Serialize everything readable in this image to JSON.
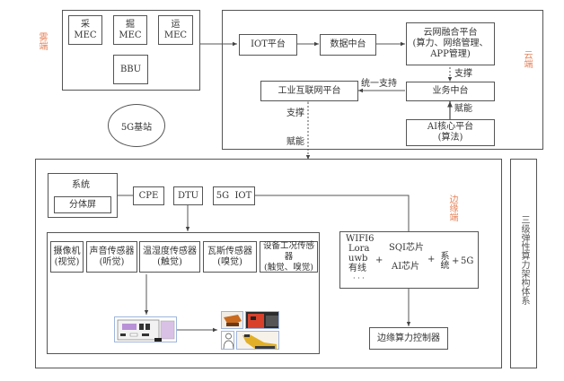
{
  "zones": {
    "fog": "雾端",
    "cloud": "云端",
    "edge": "边缘端",
    "architecture": "三级弹性算力架构体系"
  },
  "fog": {
    "mec_boxes": [
      {
        "line1": "采",
        "line2": "MEC"
      },
      {
        "line1": "掘",
        "line2": "MEC"
      },
      {
        "line1": "运",
        "line2": "MEC"
      }
    ],
    "bbu": "BBU",
    "base_station": "5G基站"
  },
  "cloud": {
    "iot_platform": "IOT平台",
    "data_center": "数据中台",
    "cloud_network": {
      "line1": "云网融合平台",
      "line2": "(算力、网络管理、",
      "line3": "APP管理)"
    },
    "industrial_internet": "工业互联网平台",
    "business_center": "业务中台",
    "ai_core": {
      "line1": "AI核心平台",
      "line2": "(算法)"
    },
    "labels": {
      "support_1": "支撑",
      "unified_support": "统一支持",
      "empower_1": "赋能",
      "support_2": "支撑",
      "empower_2": "赋能"
    }
  },
  "edge": {
    "system": "系统",
    "split_screen": "分体屏",
    "cpe": "CPE",
    "dtu": "DTU",
    "iot_5g": "5G  IOT",
    "sensors": [
      {
        "line1": "摄像机",
        "line2": "(视觉)"
      },
      {
        "line1": "声音传感器",
        "line2": "(听觉)"
      },
      {
        "line1": "温湿度传感器",
        "line2": "(触觉)"
      },
      {
        "line1": "瓦斯传感器",
        "line2": "(嗅觉)"
      },
      {
        "line1": "设备工况传感器",
        "line2": "(触觉、嗅觉)"
      }
    ],
    "compute_box": {
      "connectivity": [
        "WIFI6",
        "Lora",
        "uwb",
        "有线",
        "· · ·"
      ],
      "plus": "+",
      "chips": [
        "SQI芯片",
        "AI芯片"
      ],
      "system": "系统",
      "net": "5G"
    },
    "controller": "边缘算力控制器",
    "images": {
      "device": "monitoring-device",
      "equipment": [
        "conveyor",
        "mining-car",
        "worker",
        "roadheader"
      ]
    }
  }
}
